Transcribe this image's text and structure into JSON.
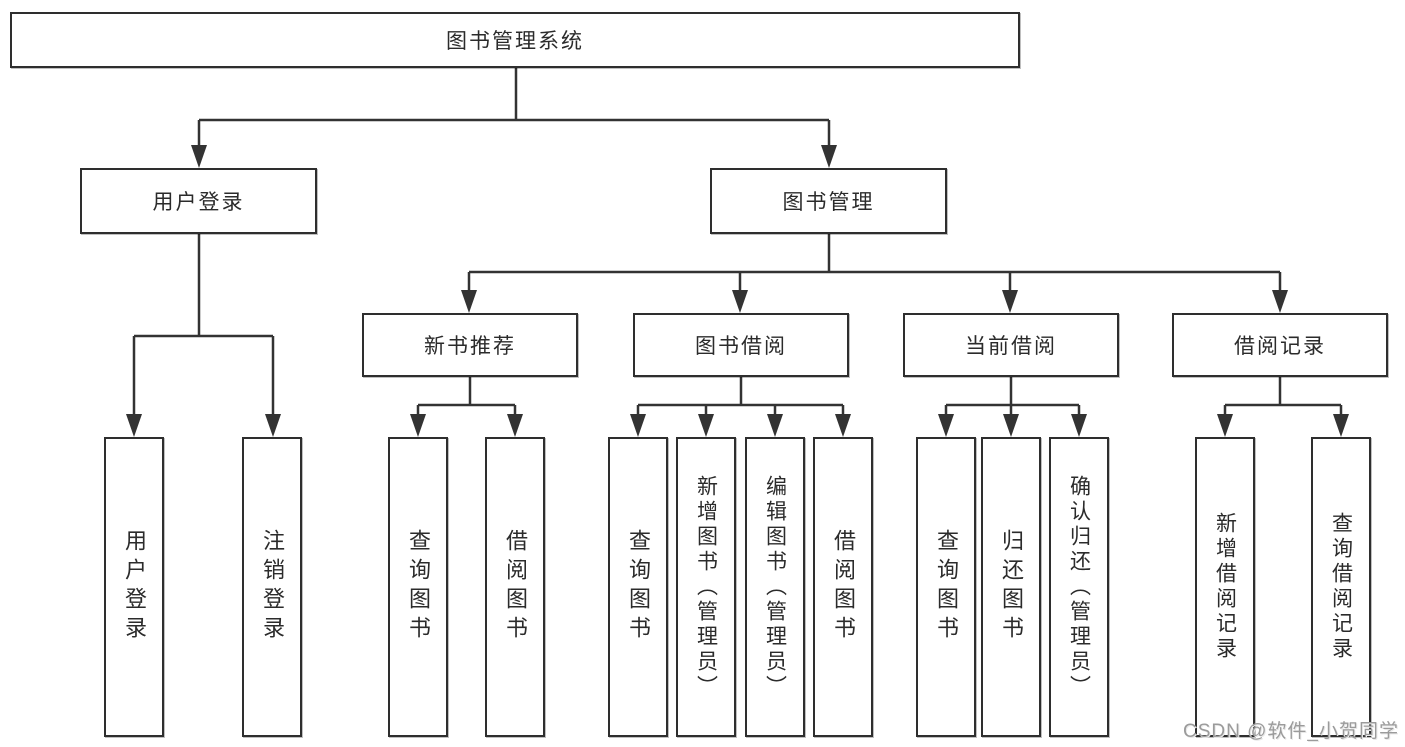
{
  "diagram": {
    "root": "图书管理系统",
    "level2": [
      "用户登录",
      "图书管理"
    ],
    "level3": [
      "新书推荐",
      "图书借阅",
      "当前借阅",
      "借阅记录"
    ],
    "leaves": {
      "user_login": [
        "用户登录",
        "注销登录"
      ],
      "new_book_recommend": [
        "查询图书",
        "借阅图书"
      ],
      "book_borrow": [
        "查询图书",
        "新增图书（管理员）",
        "编辑图书（管理员）",
        "借阅图书"
      ],
      "current_borrow": [
        "查询图书",
        "归还图书",
        "确认归还（管理员）"
      ],
      "borrow_record": [
        "新增借阅记录",
        "查询借阅记录"
      ]
    }
  },
  "watermark": "CSDN @软件_小贺同学",
  "colors": {
    "line": "#333333",
    "box_border": "#2e2e2e",
    "text": "#2b2b2b",
    "watermark_text": "#9b9b9b",
    "background": "#ffffff"
  }
}
